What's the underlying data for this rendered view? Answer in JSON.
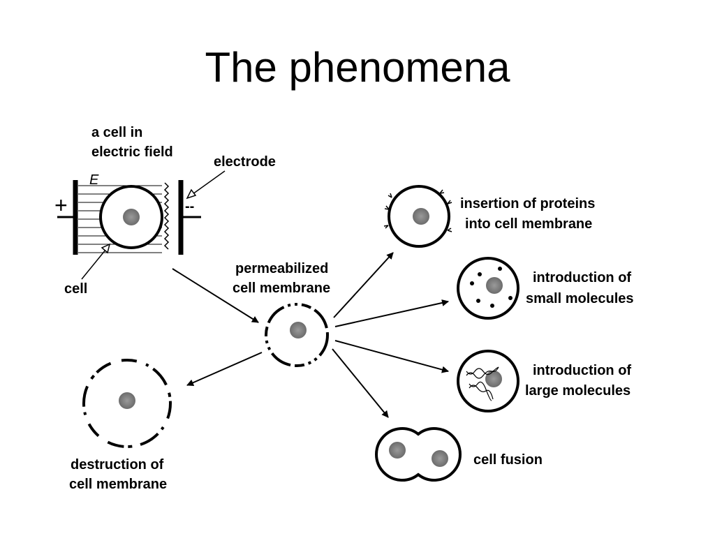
{
  "title": "The phenomena",
  "labels": {
    "cell_in_field_line1": "a cell in",
    "cell_in_field_line2": "electric field",
    "field_symbol": "E",
    "electrode": "electrode",
    "plus_sign": "+",
    "minus_sign": "--",
    "cell": "cell",
    "permeabilized_line1": "permeabilized",
    "permeabilized_line2": "cell membrane",
    "destruction_line1": "destruction of",
    "destruction_line2": "cell membrane",
    "proteins_line1": "insertion of proteins",
    "proteins_line2": "into cell membrane",
    "small_line1": "introduction of",
    "small_line2": "small molecules",
    "large_line1": "introduction of",
    "large_line2": "large molecules",
    "fusion": "cell fusion"
  }
}
